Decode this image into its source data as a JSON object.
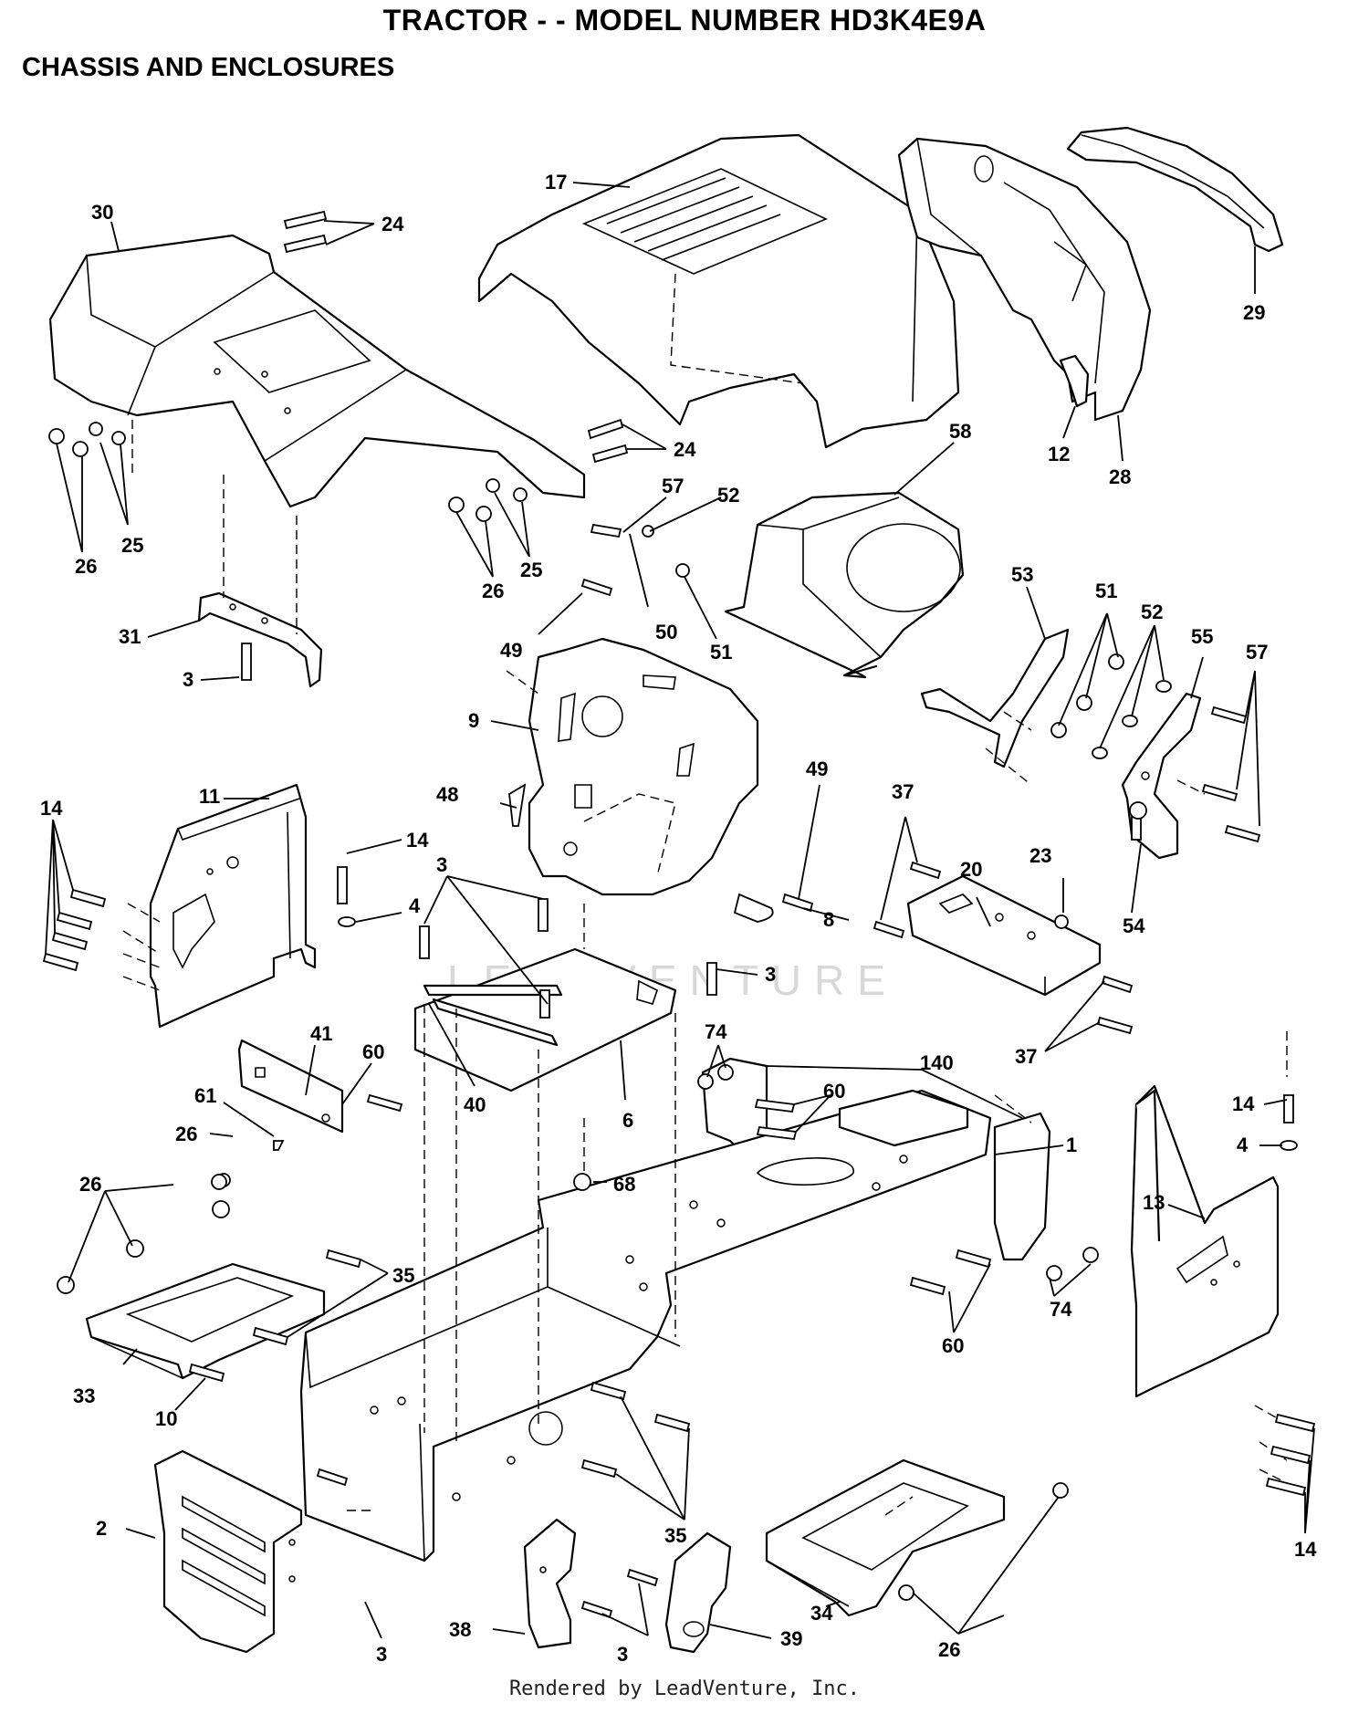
{
  "header": {
    "title": "TRACTOR - - MODEL NUMBER HD3K4E9A",
    "subtitle": "CHASSIS AND ENCLOSURES"
  },
  "watermark": "LEADVENTURE",
  "footer": "Rendered by LeadVenture, Inc.",
  "callouts": [
    {
      "label": "30"
    },
    {
      "label": "24"
    },
    {
      "label": "17"
    },
    {
      "label": "29"
    },
    {
      "label": "24"
    },
    {
      "label": "12"
    },
    {
      "label": "28"
    },
    {
      "label": "58"
    },
    {
      "label": "25"
    },
    {
      "label": "26"
    },
    {
      "label": "25"
    },
    {
      "label": "26"
    },
    {
      "label": "57"
    },
    {
      "label": "52"
    },
    {
      "label": "49"
    },
    {
      "label": "50"
    },
    {
      "label": "51"
    },
    {
      "label": "31"
    },
    {
      "label": "3"
    },
    {
      "label": "53"
    },
    {
      "label": "51"
    },
    {
      "label": "52"
    },
    {
      "label": "55"
    },
    {
      "label": "57"
    },
    {
      "label": "9"
    },
    {
      "label": "48"
    },
    {
      "label": "49"
    },
    {
      "label": "11"
    },
    {
      "label": "14"
    },
    {
      "label": "14"
    },
    {
      "label": "4"
    },
    {
      "label": "3"
    },
    {
      "label": "37"
    },
    {
      "label": "20"
    },
    {
      "label": "23"
    },
    {
      "label": "54"
    },
    {
      "label": "8"
    },
    {
      "label": "3"
    },
    {
      "label": "37"
    },
    {
      "label": "41"
    },
    {
      "label": "60"
    },
    {
      "label": "40"
    },
    {
      "label": "6"
    },
    {
      "label": "61"
    },
    {
      "label": "26"
    },
    {
      "label": "74"
    },
    {
      "label": "140"
    },
    {
      "label": "60"
    },
    {
      "label": "1"
    },
    {
      "label": "14"
    },
    {
      "label": "4"
    },
    {
      "label": "68"
    },
    {
      "label": "26"
    },
    {
      "label": "13"
    },
    {
      "label": "35"
    },
    {
      "label": "60"
    },
    {
      "label": "74"
    },
    {
      "label": "33"
    },
    {
      "label": "10"
    },
    {
      "label": "2"
    },
    {
      "label": "35"
    },
    {
      "label": "14"
    },
    {
      "label": "38"
    },
    {
      "label": "3"
    },
    {
      "label": "39"
    },
    {
      "label": "34"
    },
    {
      "label": "26"
    },
    {
      "label": "3"
    }
  ]
}
